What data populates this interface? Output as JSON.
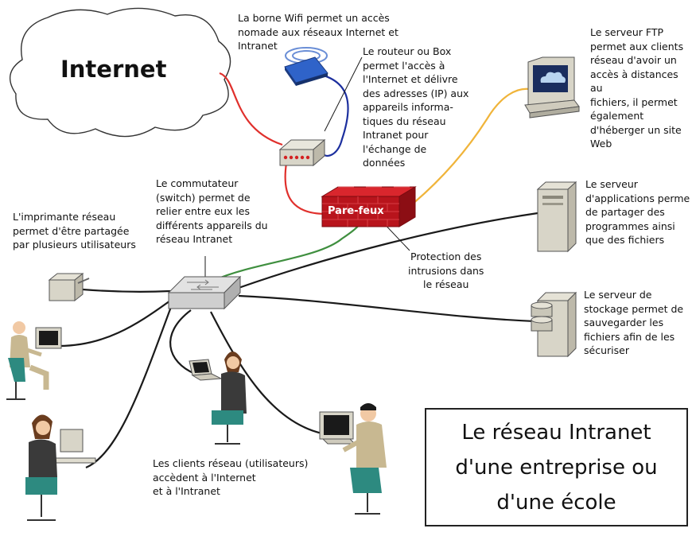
{
  "cloud": {
    "label": "Internet"
  },
  "firewall": {
    "label": "Pare-feux"
  },
  "notes": {
    "wifi": "La borne Wifi permet un accès\nnomade aux réseaux Internet et\nIntranet",
    "router": "Le routeur ou Box\npermet l'accès à\nl'Internet et délivre\ndes adresses (IP) aux\nappareils informa-\ntiques du réseau\nIntranet pour\nl'échange de\ndonnées",
    "ftp": "Le serveur FTP\npermet aux clients\nréseau d'avoir un\naccès à distances au\nfichiers, il permet\négalement\nd'héberger un site\nWeb",
    "switch": "Le commutateur\n(switch) permet de\nrelier entre eux les\ndifférents appareils du\nréseau Intranet",
    "printer": "L'imprimante réseau\npermet d'être partagée\npar plusieurs utilisateurs",
    "app_server": "Le serveur\nd'applications perme\nde partager des\nprogrammes ainsi\nque des fichiers",
    "firewall": "Protection des\nintrusions dans\nle réseau",
    "storage": "Le serveur de\nstockage permet de\nsauvegarder les\nfichiers afin de les\nsécuriser",
    "clients": "Les clients réseau (utilisateurs)\naccèdent à l'Internet\net à l'Intranet"
  },
  "title": {
    "line1": "Le réseau Intranet",
    "line2": "d'une entreprise ou",
    "line3": "d'une école"
  },
  "colors": {
    "internet_link": "#e0302c",
    "wifi_link": "#1c2f9e",
    "ftp_link": "#f0b43a",
    "switch_firewall_link": "#3f8f3f",
    "lan_cable": "#1a1a1a",
    "firewall": "#b8141c"
  }
}
